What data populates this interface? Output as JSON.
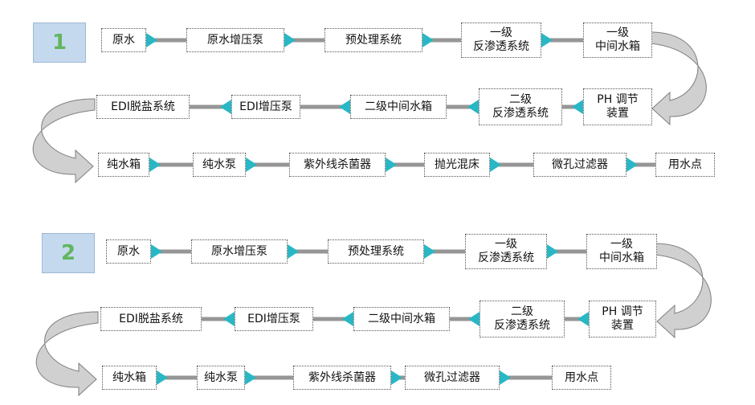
{
  "colors": {
    "connector": "#969696",
    "arrow_tip": "#29b7c5",
    "curve_gray": "#a6a6a6",
    "badge_bg": "#c5d9ee",
    "badge_text": "#62b65e"
  },
  "diagrams": [
    {
      "badge": "1",
      "row1": [
        {
          "lines": [
            "原水"
          ]
        },
        {
          "lines": [
            "原水增压泵"
          ]
        },
        {
          "lines": [
            "预处理系统"
          ]
        },
        {
          "lines": [
            "一级",
            "反渗透系统"
          ]
        },
        {
          "lines": [
            "一级",
            "中间水箱"
          ]
        }
      ],
      "row2": [
        {
          "lines": [
            "EDI脱盐系统"
          ]
        },
        {
          "lines": [
            "EDI增压泵"
          ]
        },
        {
          "lines": [
            "二级中间水箱"
          ]
        },
        {
          "lines": [
            "二级",
            "反渗透系统"
          ]
        },
        {
          "lines": [
            "PH 调节",
            "装置"
          ]
        }
      ],
      "row3": [
        {
          "lines": [
            "纯水箱"
          ]
        },
        {
          "lines": [
            "纯水泵"
          ]
        },
        {
          "lines": [
            "紫外线杀菌器"
          ]
        },
        {
          "lines": [
            "抛光混床"
          ]
        },
        {
          "lines": [
            "微孔过滤器"
          ]
        },
        {
          "lines": [
            "用水点"
          ]
        }
      ]
    },
    {
      "badge": "2",
      "row1": [
        {
          "lines": [
            "原水"
          ]
        },
        {
          "lines": [
            "原水增压泵"
          ]
        },
        {
          "lines": [
            "预处理系统"
          ]
        },
        {
          "lines": [
            "一级",
            "反渗透系统"
          ]
        },
        {
          "lines": [
            "一级",
            "中间水箱"
          ]
        }
      ],
      "row2": [
        {
          "lines": [
            "EDI脱盐系统"
          ]
        },
        {
          "lines": [
            "EDI增压泵"
          ]
        },
        {
          "lines": [
            "二级中间水箱"
          ]
        },
        {
          "lines": [
            "二级",
            "反渗透系统"
          ]
        },
        {
          "lines": [
            "PH 调节",
            "装置"
          ]
        }
      ],
      "row3": [
        {
          "lines": [
            "纯水箱"
          ]
        },
        {
          "lines": [
            "纯水泵"
          ]
        },
        {
          "lines": [
            "紫外线杀菌器"
          ]
        },
        {
          "lines": [
            "微孔过滤器"
          ]
        },
        {
          "lines": [
            "用水点"
          ]
        }
      ]
    }
  ]
}
